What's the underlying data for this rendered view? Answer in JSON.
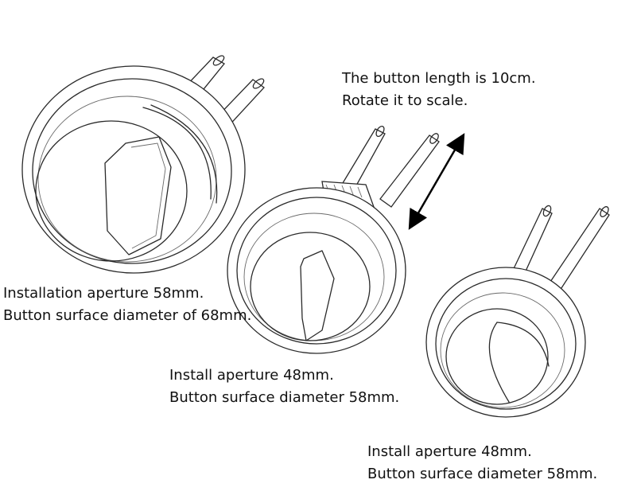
{
  "note": {
    "line1": "The button length is 10cm.",
    "line2": "Rotate it to scale."
  },
  "captions": [
    {
      "line1": "Installation aperture 58mm.",
      "line2": "Button surface diameter of 68mm."
    },
    {
      "line1": "Install aperture 48mm.",
      "line2": "Button surface diameter 58mm."
    },
    {
      "line1": "Install aperture 48mm.",
      "line2": "Button surface diameter 58mm."
    }
  ],
  "icons": [
    "flush-button-large",
    "flush-button-medium",
    "flush-button-small",
    "length-arrow"
  ]
}
